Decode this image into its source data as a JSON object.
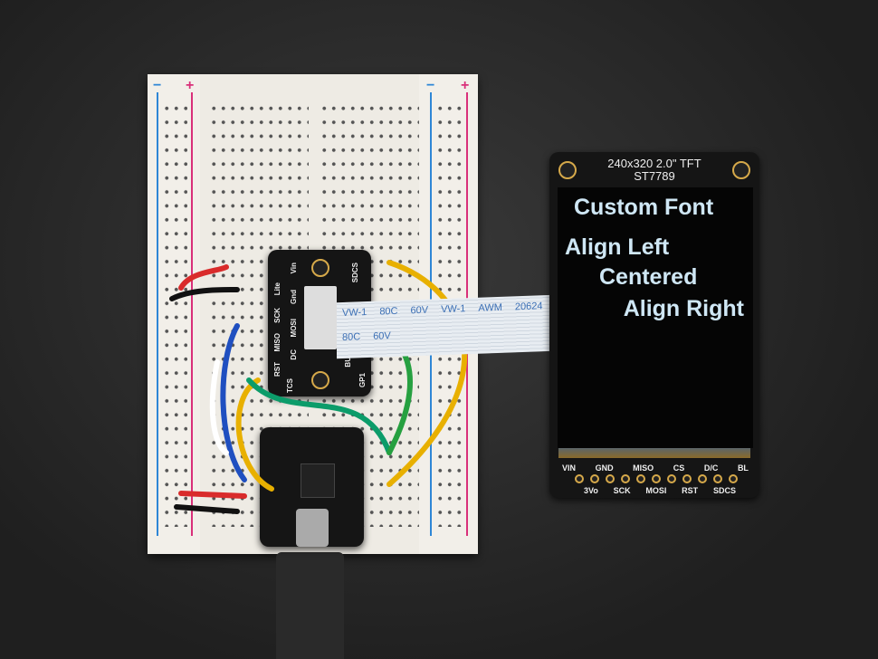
{
  "display": {
    "title_line1": "240x320 2.0\" TFT",
    "title_line2": "ST7789",
    "screen_lines": [
      "Custom Font",
      "Align Left",
      "Centered",
      "Align Right"
    ],
    "pins_top": [
      "VIN",
      "GND",
      "MISO",
      "CS",
      "D/C",
      "BL"
    ],
    "pins_bottom": [
      "3Vo",
      "SCK",
      "MOSI",
      "RST",
      "SDCS"
    ]
  },
  "ribbon": {
    "markings": [
      "VW-1",
      "80C",
      "60V",
      "20624",
      "AWM"
    ]
  },
  "adapter": {
    "labels_left": [
      "Lite",
      "SCK",
      "MISO",
      "MOSI",
      "RST",
      "TCS"
    ],
    "labels_right": [
      "Vin",
      "Gnd",
      "SDCS",
      "DC",
      "BU",
      "GP1"
    ]
  },
  "breadboard": {
    "rail_minus": "−",
    "rail_plus": "+"
  }
}
